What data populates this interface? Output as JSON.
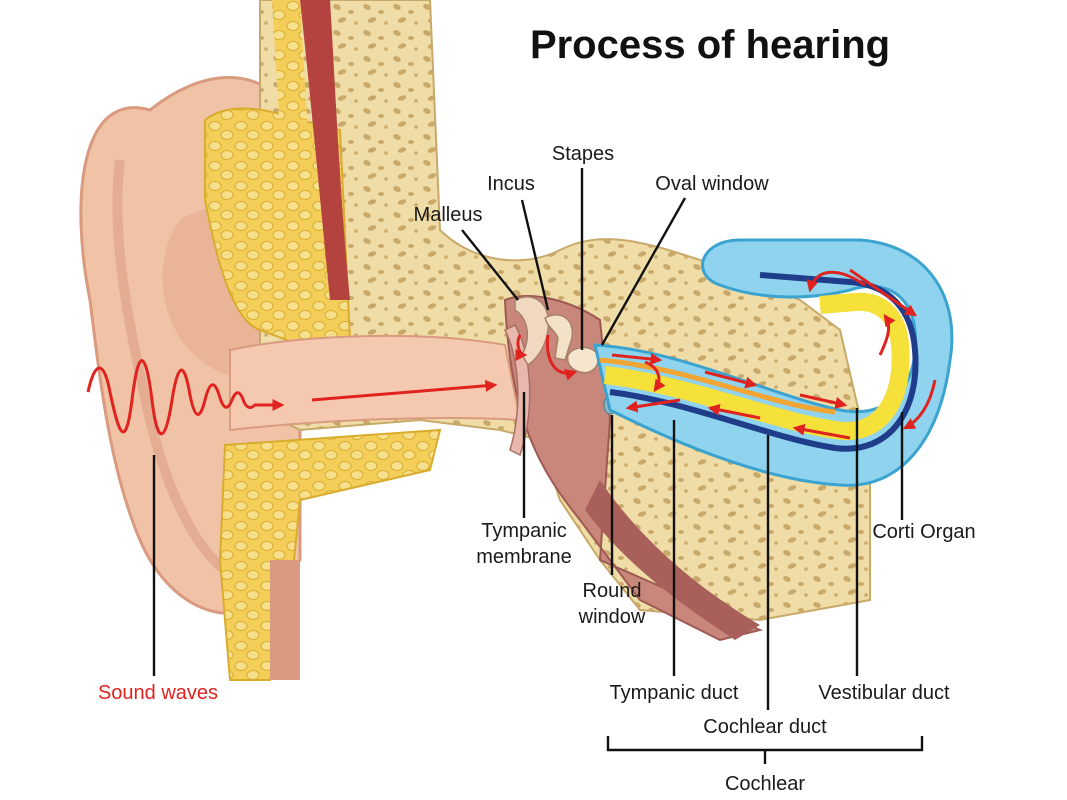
{
  "title": "Process of hearing",
  "labels": {
    "stapes": "Stapes",
    "incus": "Incus",
    "oval_window": "Oval window",
    "malleus": "Malleus",
    "tympanic_membrane_line1": "Tympanic",
    "tympanic_membrane_line2": "membrane",
    "round_window_line1": "Round",
    "round_window_line2": "window",
    "corti_organ": "Corti Organ",
    "sound_waves": "Sound waves",
    "tympanic_duct": "Tympanic duct",
    "vestibular_duct": "Vestibular duct",
    "cochlear_duct": "Cochlear duct",
    "cochlear": "Cochlear"
  },
  "colors": {
    "skin": "#f1c3a6",
    "skin_shadow": "#d99a7f",
    "fat": "#f3cf5a",
    "fat_cell": "#f7e08c",
    "bone": "#efdca6",
    "bone_pore": "#c9a96a",
    "canal": "#c9877c",
    "cochlea_outer": "#8fd3ee",
    "cochlea_yellow": "#f6e03a",
    "cochlea_blue": "#1f3d8a",
    "wave": "#e0231f",
    "sound_label": "#e0231f"
  }
}
